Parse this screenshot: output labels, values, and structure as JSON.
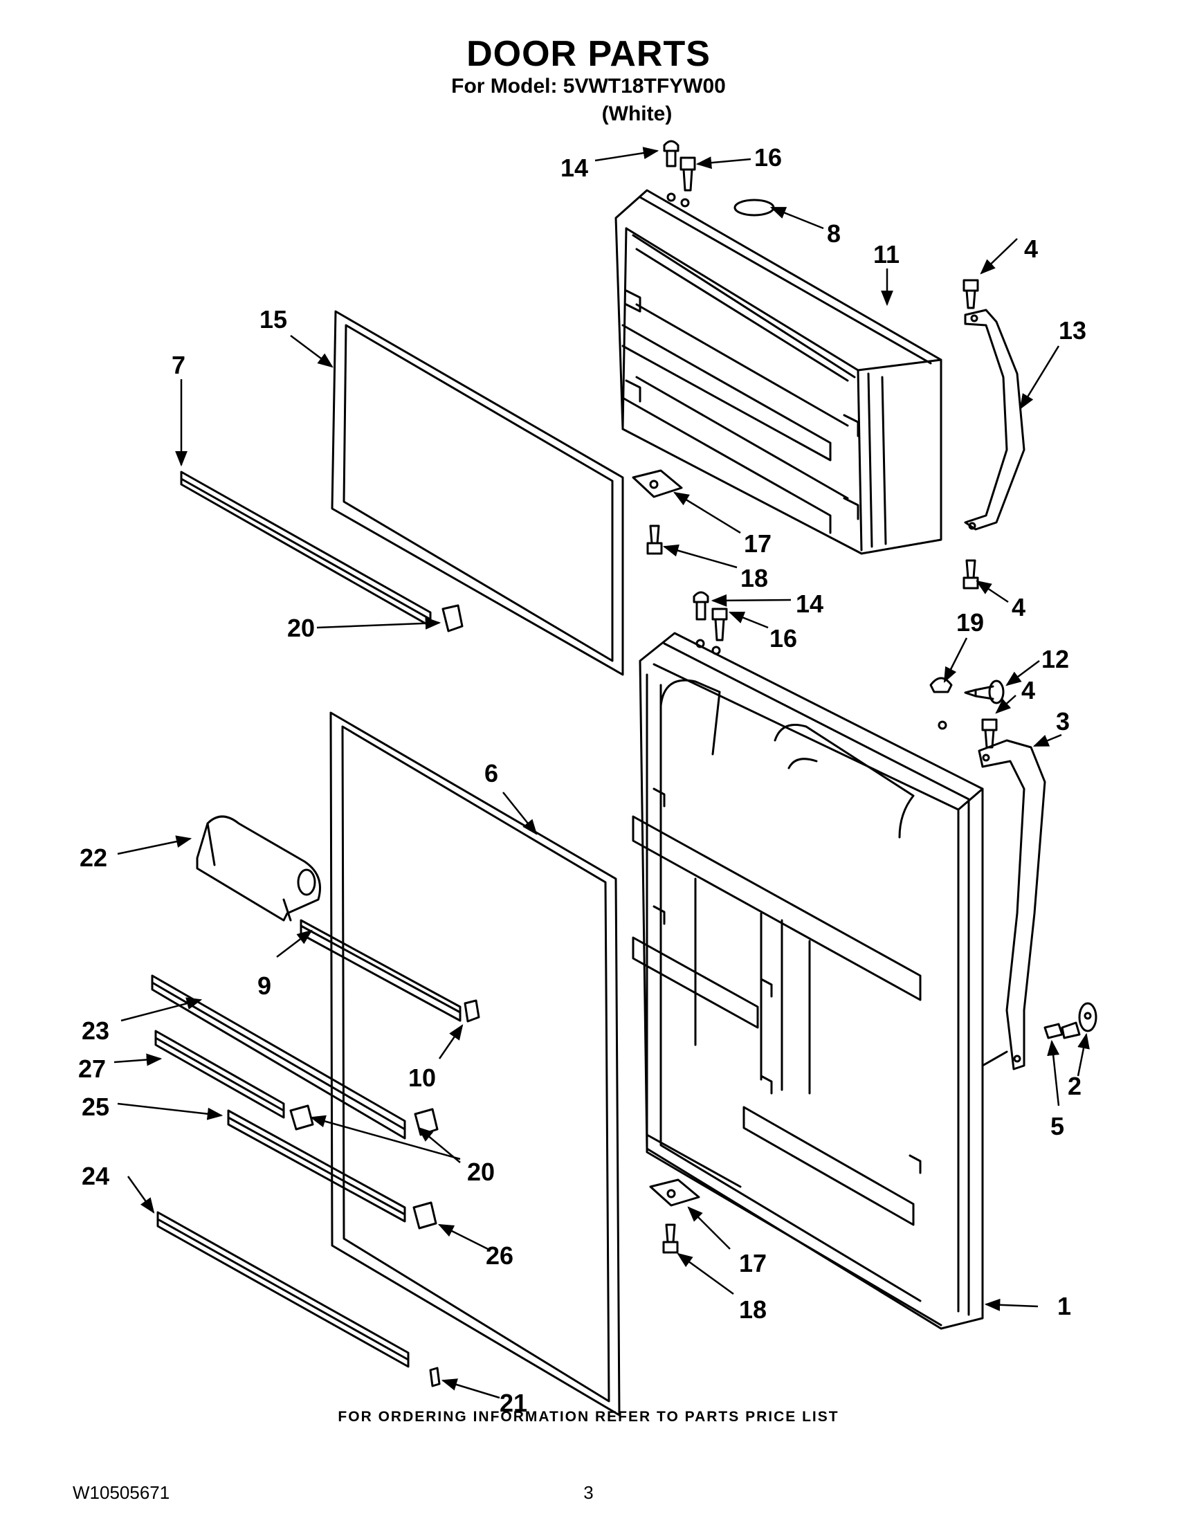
{
  "header": {
    "title": "DOOR PARTS",
    "model_line": "For Model: 5VWT18TFYW00",
    "color": "(White)"
  },
  "callouts": [
    "1",
    "2",
    "3",
    "4",
    "4",
    "4",
    "5",
    "6",
    "7",
    "8",
    "9",
    "10",
    "11",
    "12",
    "13",
    "14",
    "14",
    "15",
    "16",
    "16",
    "17",
    "17",
    "18",
    "18",
    "19",
    "20",
    "20",
    "21",
    "22",
    "23",
    "24",
    "25",
    "26",
    "27"
  ],
  "footer": {
    "note": "FOR ORDERING INFORMATION REFER TO PARTS PRICE LIST",
    "doc_id": "W10505671",
    "page_number": "3"
  },
  "colors": {
    "ink": "#000000",
    "paper": "#ffffff"
  }
}
